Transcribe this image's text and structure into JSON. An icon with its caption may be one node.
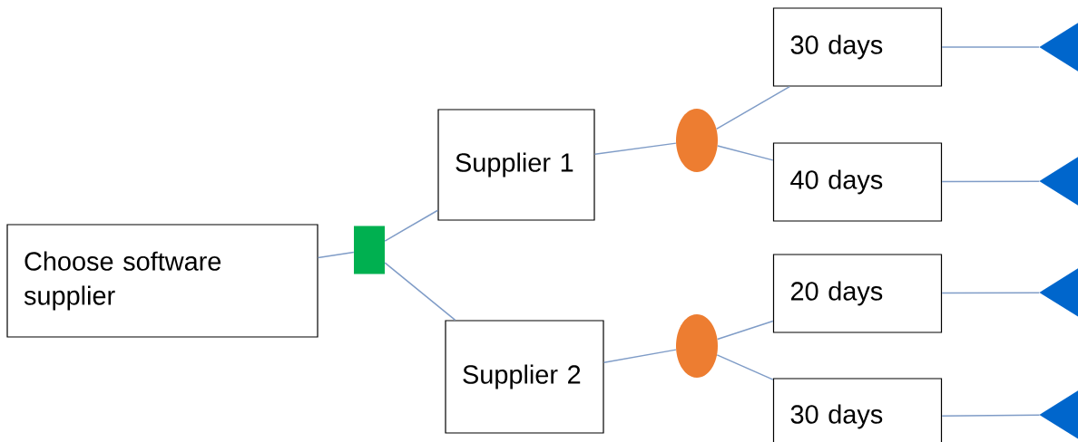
{
  "diagram": {
    "nodes": [
      {
        "text": [
          "Choose software supplier"
        ]
      },
      {
        "text": [],
        "shape": "box"
      },
      {
        "text": [
          "Supplier 1"
        ]
      },
      {
        "text": [
          "Supplier 2"
        ]
      },
      {
        "text": [],
        "shape": "circle"
      },
      {
        "text": [],
        "shape": "circle"
      },
      {
        "text": [
          "30 days"
        ]
      },
      {
        "text": [
          "40 days"
        ]
      },
      {
        "text": [
          "20 days"
        ]
      },
      {
        "text": [
          "30 days"
        ]
      },
      {
        "text": [],
        "shape": "triangle"
      },
      {
        "text": [],
        "shape": "triangle"
      },
      {
        "text": [],
        "shape": "triangle"
      },
      {
        "text": [],
        "shape": "triangle"
      }
    ],
    "edges": [
      {
        "from": 0,
        "to": 1,
        "arrow": "none"
      },
      {
        "from": 1,
        "to": 2,
        "arrow": "none"
      },
      {
        "from": 1,
        "to": 3,
        "arrow": "none"
      },
      {
        "from": 2,
        "to": 4,
        "arrow": "none"
      },
      {
        "from": 3,
        "to": 5,
        "arrow": "none"
      },
      {
        "from": 4,
        "to": 6,
        "arrow": "none"
      },
      {
        "from": 4,
        "to": 7,
        "arrow": "none"
      },
      {
        "from": 5,
        "to": 8,
        "arrow": "none"
      },
      {
        "from": 5,
        "to": 9,
        "arrow": "none"
      },
      {
        "from": 6,
        "to": 10,
        "arrow": "none"
      },
      {
        "from": 7,
        "to": 11,
        "arrow": "none"
      },
      {
        "from": 8,
        "to": 12,
        "arrow": "none"
      },
      {
        "from": 9,
        "to": 13,
        "arrow": "none"
      }
    ]
  }
}
